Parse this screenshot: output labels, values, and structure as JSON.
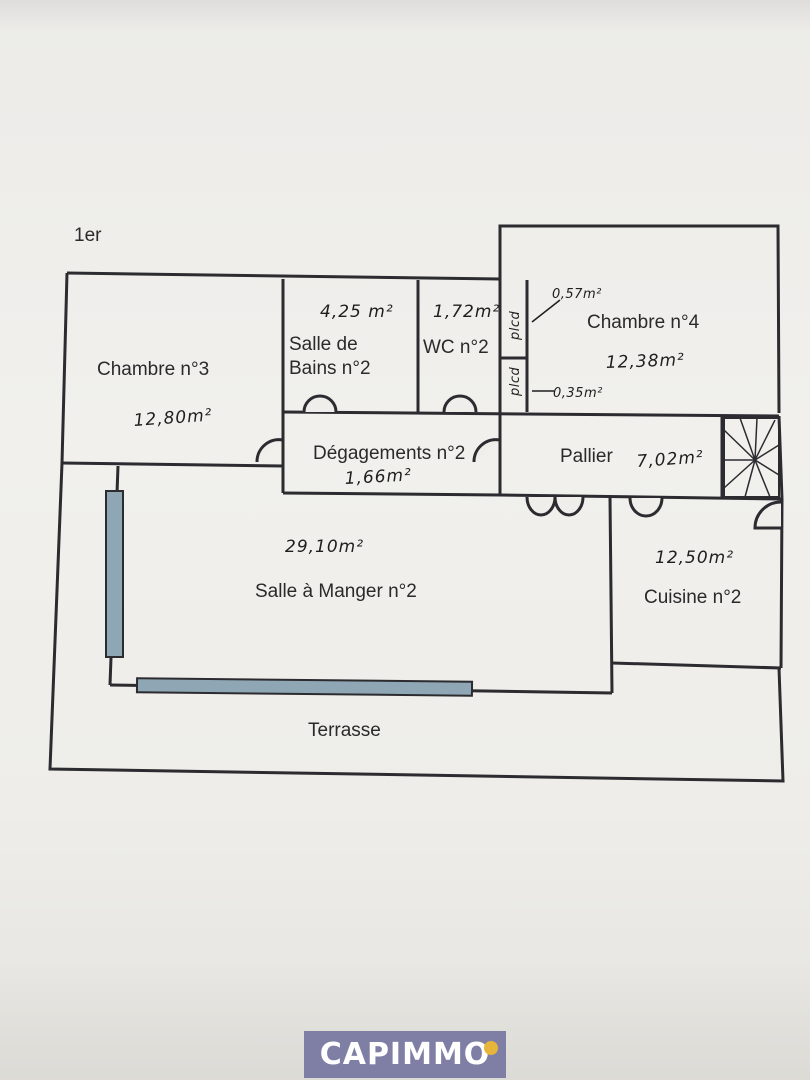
{
  "floor_label": "1er",
  "rooms": {
    "chambre3": {
      "name": "Chambre n°3",
      "area": "12,80m²"
    },
    "salle_bains2": {
      "name_line1": "Salle de",
      "name_line2": "Bains n°2",
      "area": "4,25 m²"
    },
    "wc2": {
      "name": "WC n°2",
      "area": "1,72m²"
    },
    "placard_top": {
      "name": "plcd",
      "area": "0,57m²"
    },
    "placard_bottom": {
      "name": "plcd",
      "area": "0,35m²"
    },
    "chambre4": {
      "name": "Chambre n°4",
      "area": "12,38m²"
    },
    "degagements2": {
      "name": "Dégagements n°2",
      "area": "1,66m²"
    },
    "pallier": {
      "name": "Pallier",
      "area": "7,02m²"
    },
    "salle_manger2": {
      "name": "Salle à Manger n°2",
      "area": "29,10m²"
    },
    "cuisine2": {
      "name": "Cuisine n°2",
      "area": "12,50m²"
    },
    "terrasse": {
      "name": "Terrasse"
    }
  },
  "logo": {
    "text": "CAPIMMO"
  },
  "colors": {
    "wall": "#2b2b30",
    "window": "#8fa7b4",
    "logo_bg": "#7f7fa6"
  }
}
